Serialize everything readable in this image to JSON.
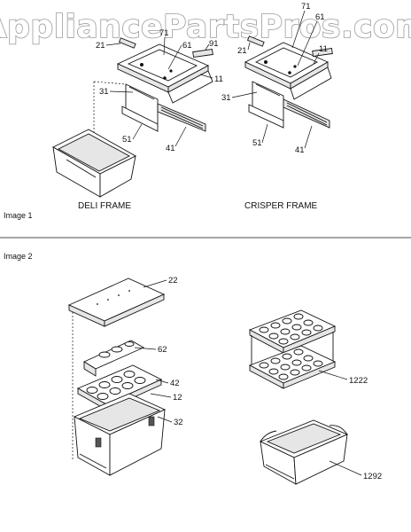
{
  "watermark": "AppliancePartsPros.com",
  "image1": {
    "section_label": "Image 1",
    "deli_caption": "DELI FRAME",
    "crisper_caption": "CRISPER FRAME",
    "deli_callouts": [
      "21",
      "71",
      "61",
      "91",
      "11",
      "31",
      "51",
      "41"
    ],
    "crisper_callouts": [
      "71",
      "61",
      "21",
      "11",
      "31",
      "51",
      "41"
    ]
  },
  "image2": {
    "section_label": "Image 2",
    "callouts": [
      "22",
      "62",
      "42",
      "12",
      "32",
      "1222",
      "1292"
    ]
  }
}
